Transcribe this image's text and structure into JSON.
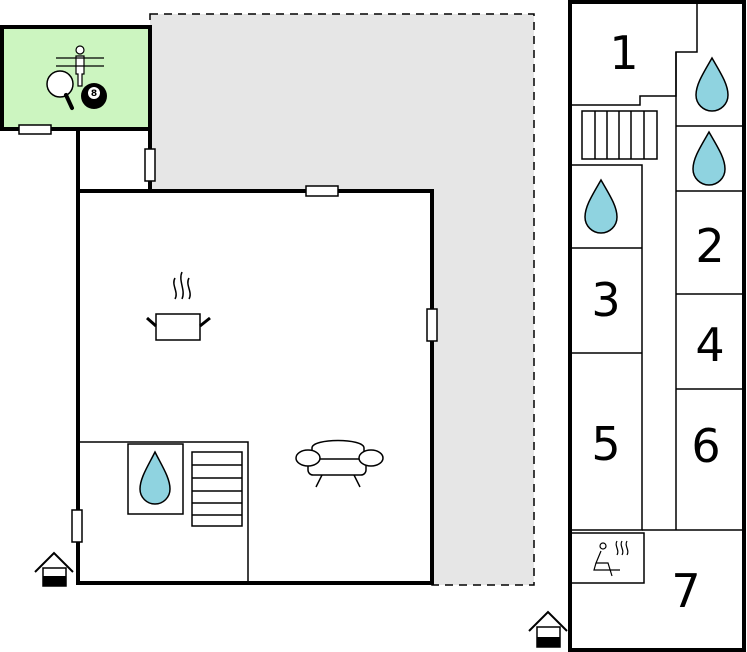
{
  "colors": {
    "background": "#ffffff",
    "wall": "#000000",
    "terrace": "#e6e6e6",
    "game_room": "#ccf5c0",
    "water": "#8fd3e0"
  },
  "icons": {
    "game_room": [
      "ping-pong-icon",
      "table-football-icon",
      "billiard-ball-icon"
    ],
    "kitchen": "cooking-pot-icon",
    "living": "sofa-icon",
    "bathroom": "water-drop-icon",
    "stairs": "stairs-icon",
    "sauna": "sauna-icon",
    "entrance": "entrance-house-icon"
  },
  "billiard_ball_number": "8",
  "rooms": {
    "r1": "1",
    "r2": "2",
    "r3": "3",
    "r4": "4",
    "r5": "5",
    "r6": "6",
    "r7": "7"
  }
}
